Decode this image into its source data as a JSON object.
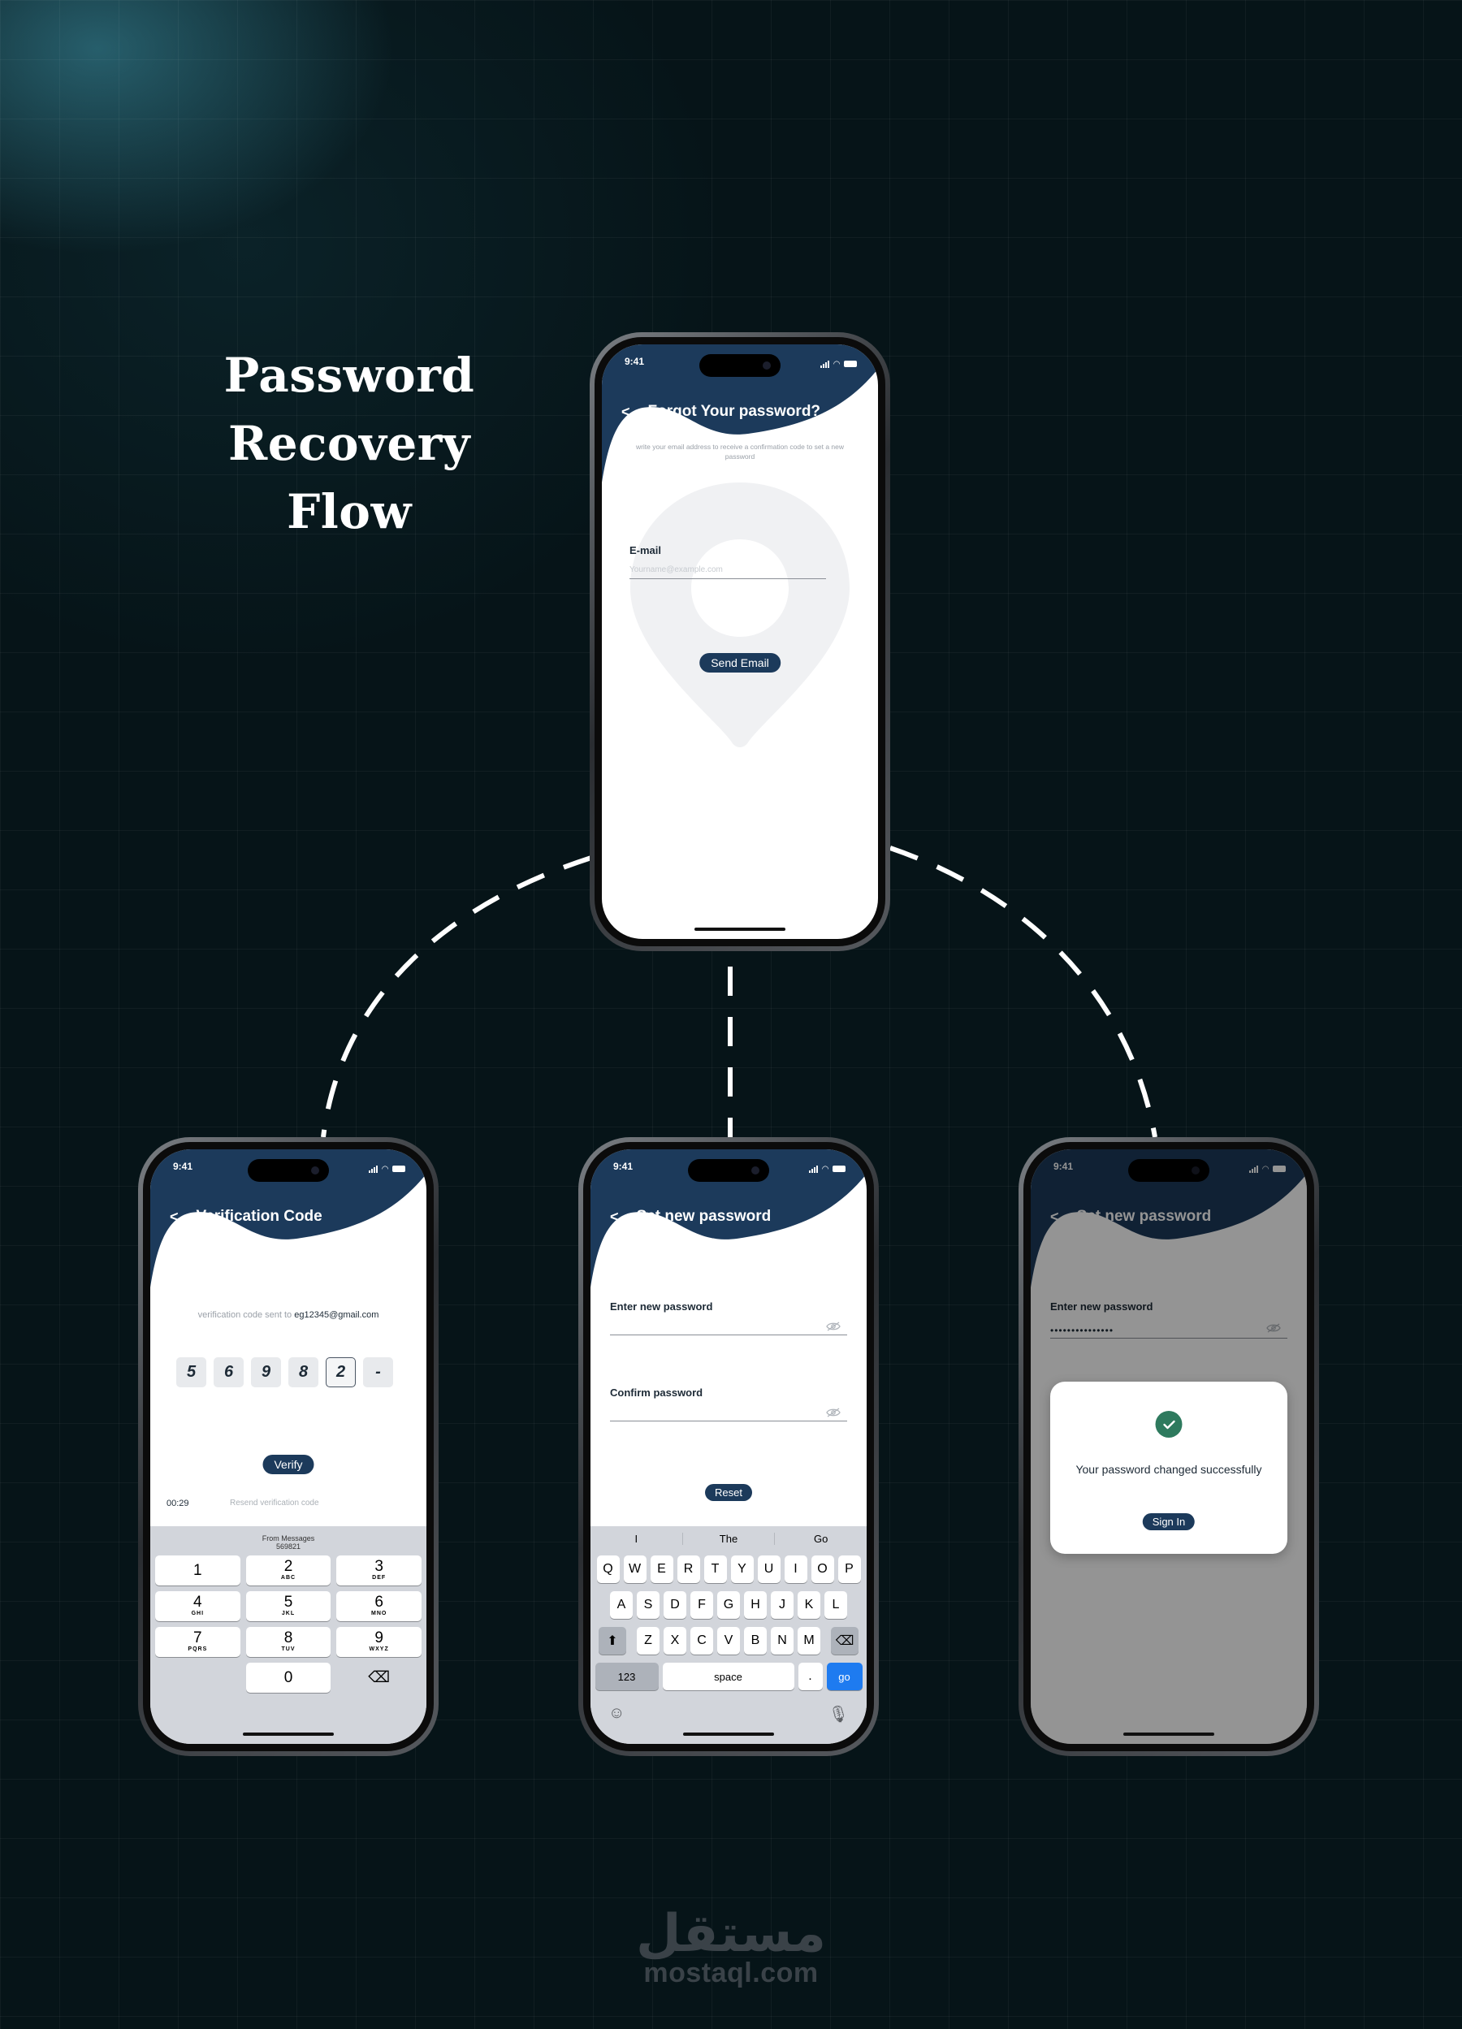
{
  "page": {
    "title_line1": "Password",
    "title_line2": "Recovery Flow",
    "watermark_arabic": "مستقل",
    "watermark_latin": "mostaql.com"
  },
  "colors": {
    "header": "#1c3a5b",
    "button": "#1c3a5b",
    "success": "#2e7a5e",
    "keyboard_go": "#1e7bf0"
  },
  "status_time": "9:41",
  "phone_forgot": {
    "title": "Forgot Your password?",
    "hint": "write your email address to receive a confirmation code to set a new password",
    "email_label": "E-mail",
    "email_placeholder": "Yourname@example.com",
    "button": "Send Email"
  },
  "phone_verify": {
    "title": "Verification Code",
    "sent_to_prefix": "verification code sent to",
    "email": "eg12345@gmail.com",
    "digits": [
      "5",
      "6",
      "9",
      "8",
      "2",
      "-"
    ],
    "button": "Verify",
    "timer": "00:29",
    "resend": "Resend verification code",
    "suggest_title": "From Messages",
    "suggest_code": "569821",
    "keys": [
      {
        "n": "1",
        "l": ""
      },
      {
        "n": "2",
        "l": "ABC"
      },
      {
        "n": "3",
        "l": "DEF"
      },
      {
        "n": "4",
        "l": "GHI"
      },
      {
        "n": "5",
        "l": "JKL"
      },
      {
        "n": "6",
        "l": "MNO"
      },
      {
        "n": "7",
        "l": "PQRS"
      },
      {
        "n": "8",
        "l": "TUV"
      },
      {
        "n": "9",
        "l": "WXYZ"
      },
      {
        "n": "",
        "l": ""
      },
      {
        "n": "0",
        "l": ""
      },
      {
        "n": "⌫",
        "l": ""
      }
    ]
  },
  "phone_newpass": {
    "title": "Set new password",
    "new_label": "Enter new password",
    "confirm_label": "Confirm password",
    "button": "Reset",
    "suggestions": [
      "I",
      "The",
      "Go"
    ],
    "row1": [
      "Q",
      "W",
      "E",
      "R",
      "T",
      "Y",
      "U",
      "I",
      "O",
      "P"
    ],
    "row2": [
      "A",
      "S",
      "D",
      "F",
      "G",
      "H",
      "J",
      "K",
      "L"
    ],
    "row3": [
      "Z",
      "X",
      "C",
      "V",
      "B",
      "N",
      "M"
    ],
    "key_123": "123",
    "key_space": "space",
    "key_dot": ".",
    "key_go": "go"
  },
  "phone_success": {
    "title": "Set new password",
    "new_label": "Enter new password",
    "password_dots": "•••••••••••••••",
    "message": "Your password changed successfully",
    "button": "Sign In"
  }
}
